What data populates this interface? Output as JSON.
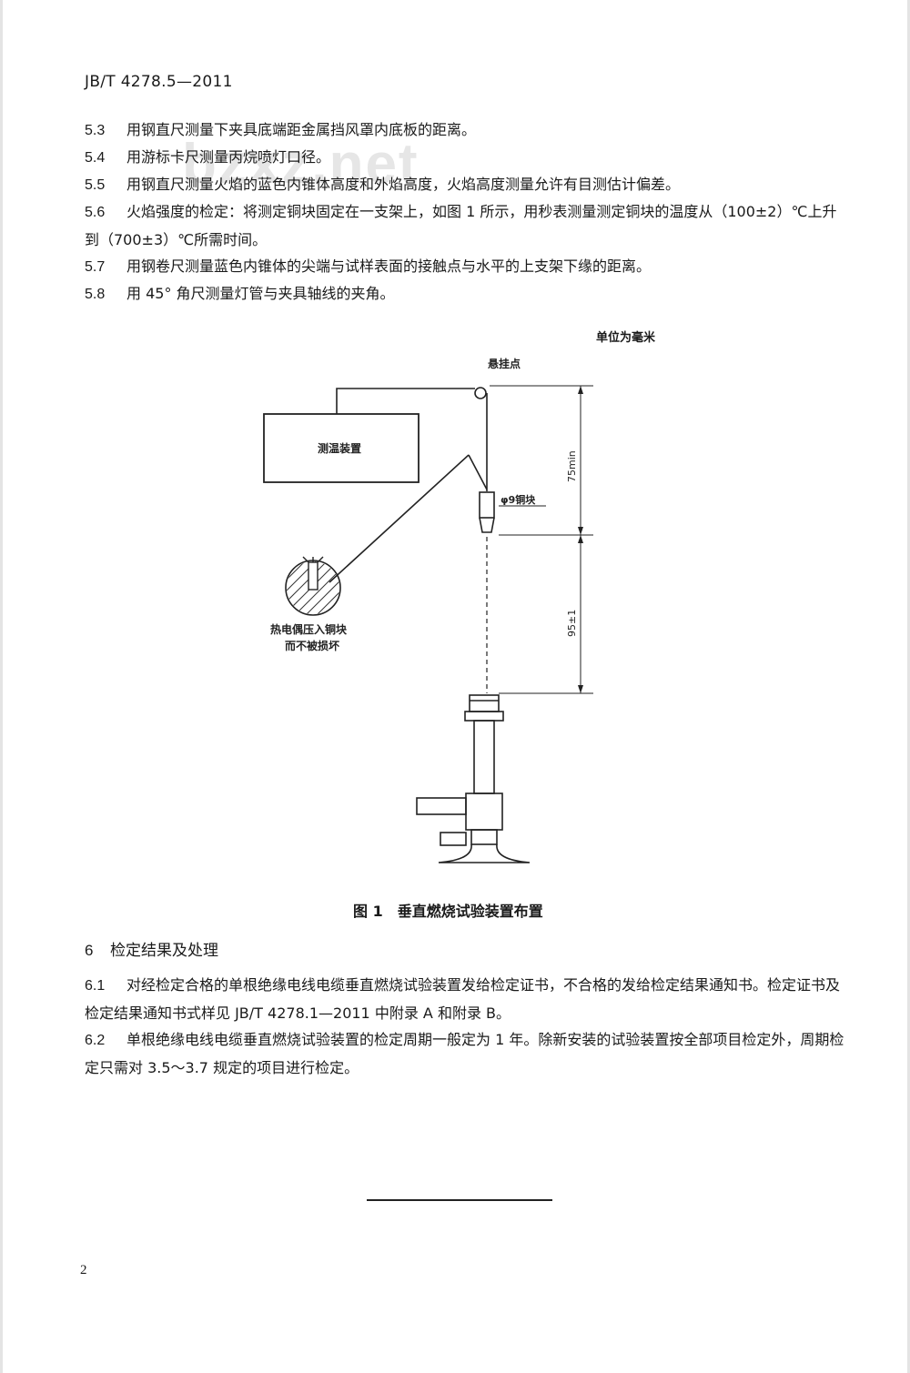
{
  "header": {
    "standard_no": "JB/T 4278.5—2011"
  },
  "watermark": "bzxz.net",
  "clauses": [
    {
      "num": "5.3",
      "text": "用钢直尺测量下夹具底端距金属挡风罩内底板的距离。"
    },
    {
      "num": "5.4",
      "text": "用游标卡尺测量丙烷喷灯口径。"
    },
    {
      "num": "5.5",
      "text": "用钢直尺测量火焰的蓝色内锥体高度和外焰高度，火焰高度测量允许有目测估计偏差。"
    },
    {
      "num": "5.6",
      "text": "火焰强度的检定：将测定铜块固定在一支架上，如图 1 所示，用秒表测量测定铜块的温度从（100±2）℃上升到（700±3）℃所需时间。"
    },
    {
      "num": "5.7",
      "text": "用钢卷尺测量蓝色内锥体的尖端与试样表面的接触点与水平的上支架下缘的距离。"
    },
    {
      "num": "5.8",
      "text": "用 45° 角尺测量灯管与夹具轴线的夹角。"
    }
  ],
  "figure": {
    "unit_note": "单位为毫米",
    "label_suspension": "悬挂点",
    "label_device": "测温装置",
    "label_block": "φ9铜块",
    "label_dim_top": "75min",
    "label_dim_bottom": "95±1",
    "label_thermocouple_1": "热电偶压入铜块",
    "label_thermocouple_2": "而不被损坏",
    "caption": "图 1　垂直燃烧试验装置布置"
  },
  "section6": {
    "num": "6",
    "title": "检定结果及处理",
    "clauses": [
      {
        "num": "6.1",
        "text": "对经检定合格的单根绝缘电线电缆垂直燃烧试验装置发给检定证书，不合格的发给检定结果通知书。检定证书及检定结果通知书式样见 JB/T 4278.1—2011 中附录 A 和附录 B。"
      },
      {
        "num": "6.2",
        "text": "单根绝缘电线电缆垂直燃烧试验装置的检定周期一般定为 1 年。除新安装的试验装置按全部项目检定外，周期检定只需对 3.5～3.7 规定的项目进行检定。"
      }
    ]
  },
  "page_number": "2"
}
